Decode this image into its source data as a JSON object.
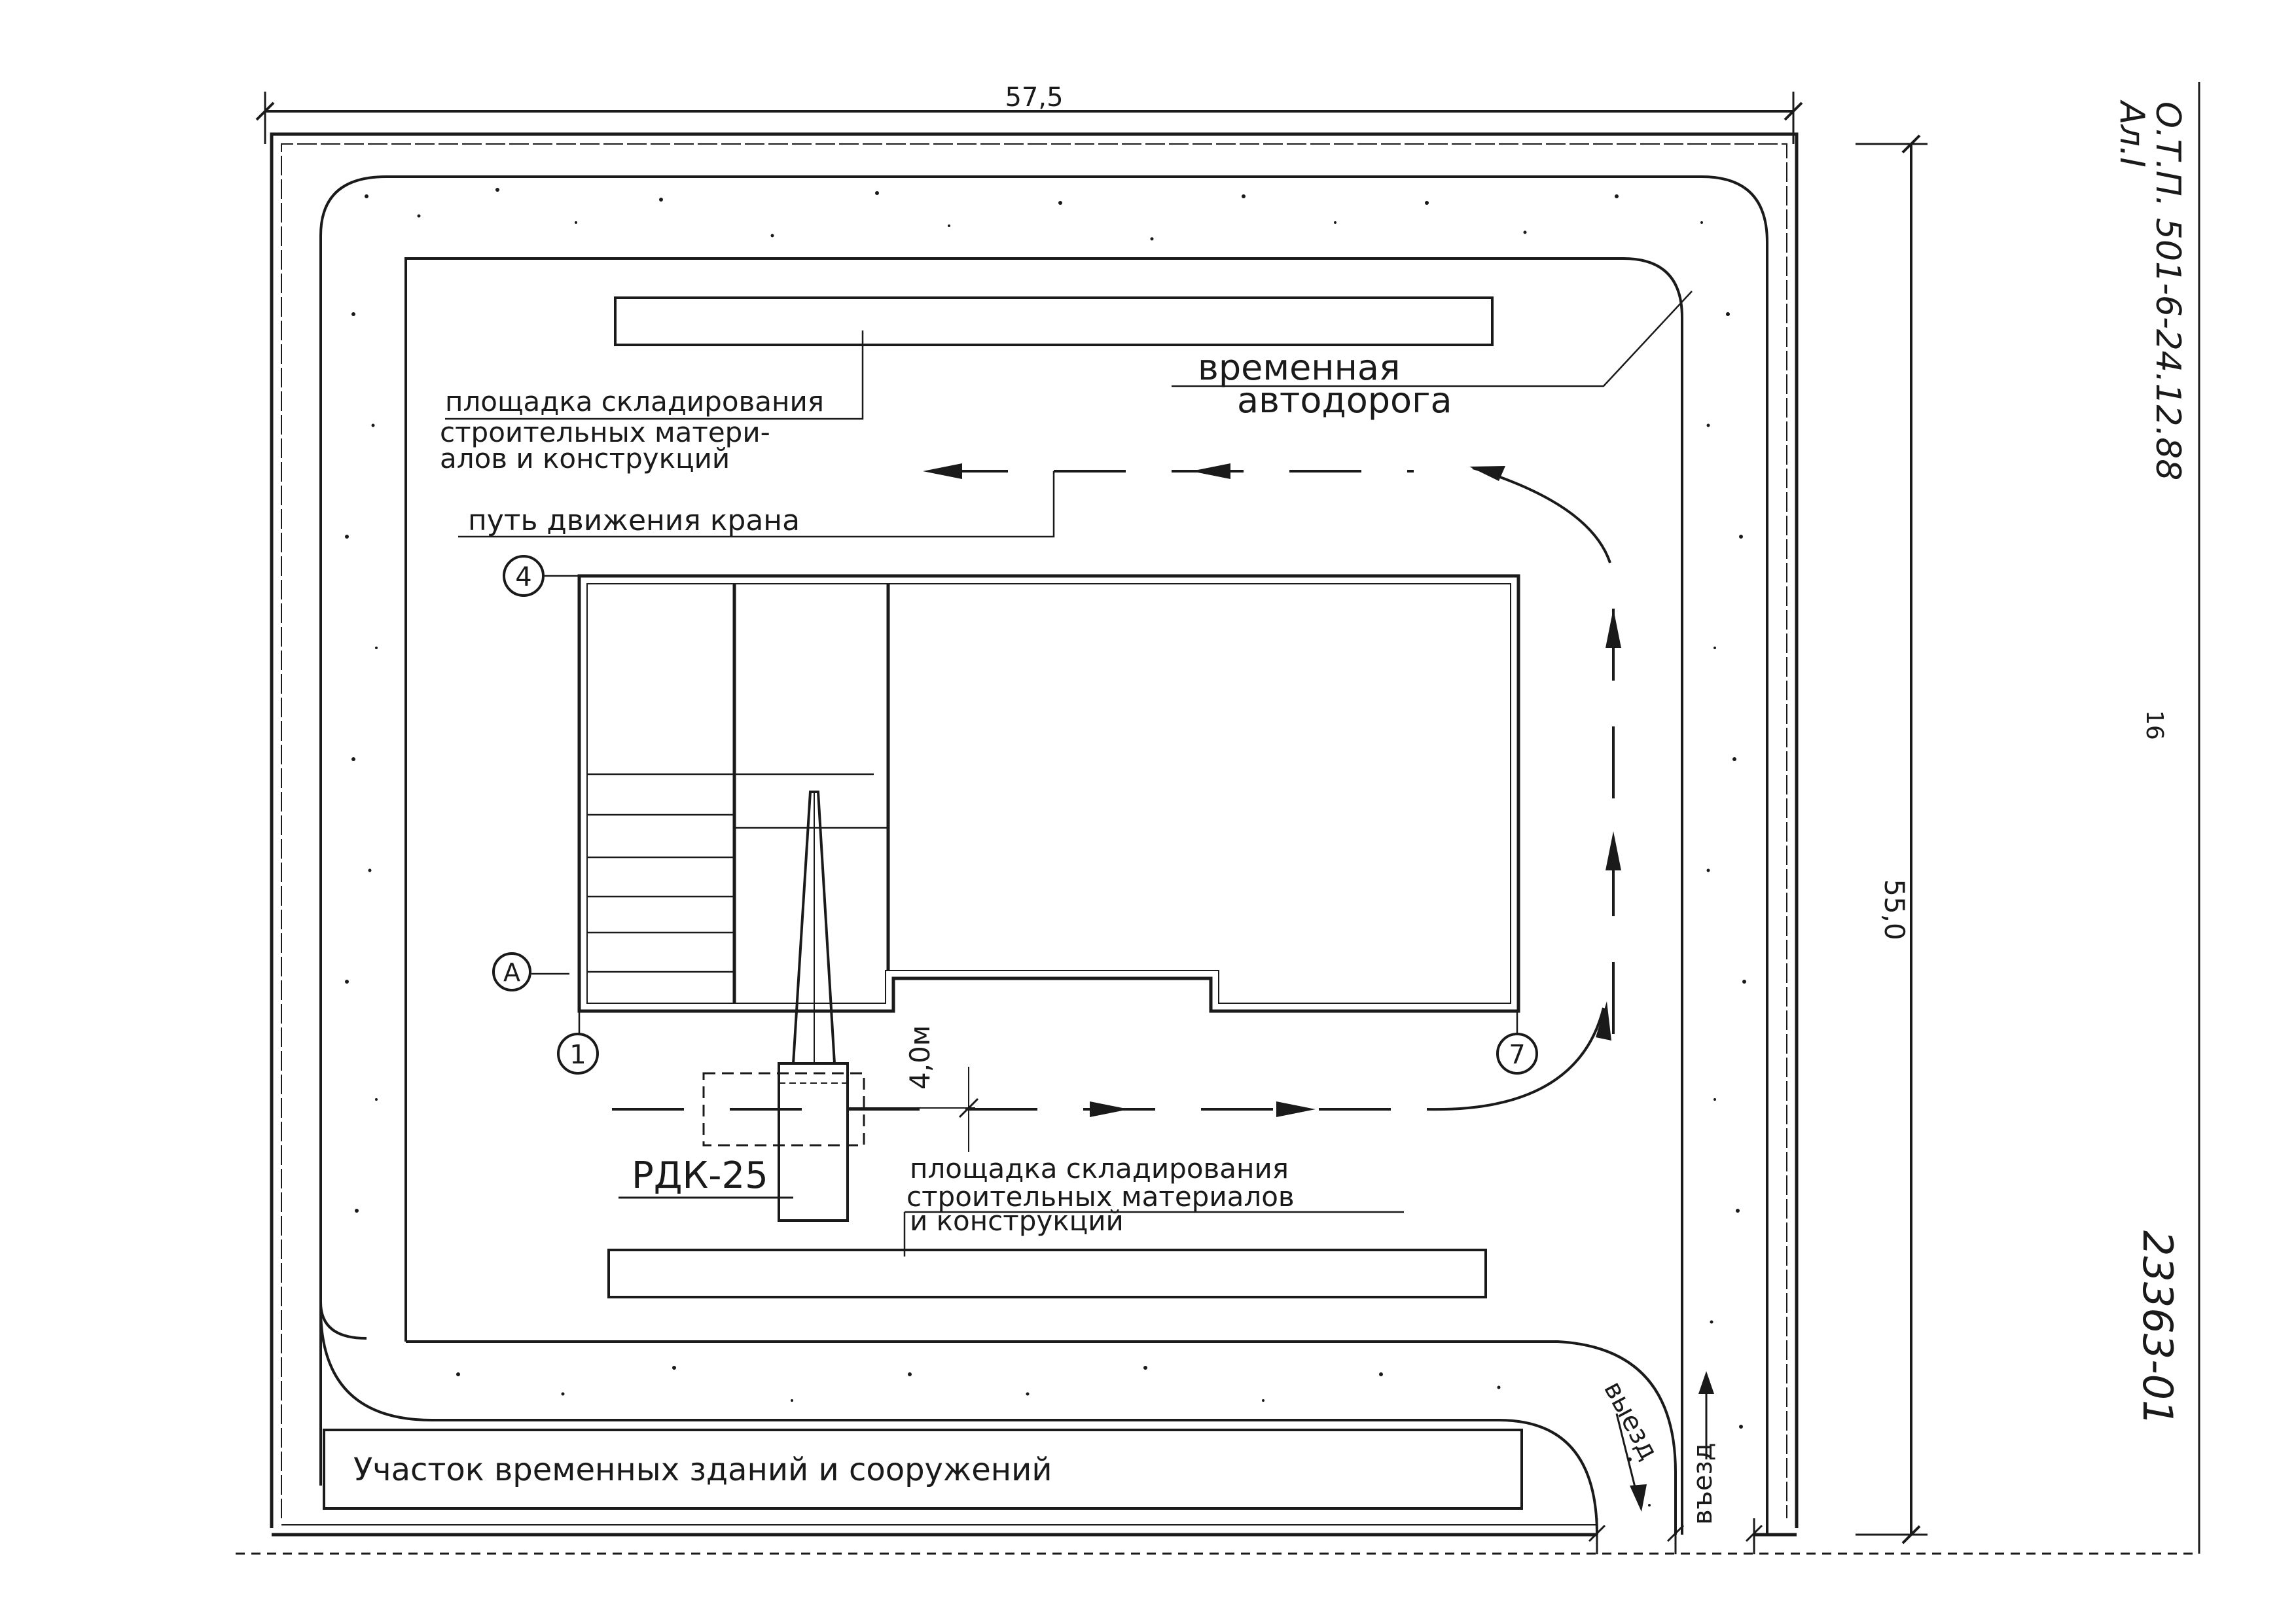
{
  "drawing": {
    "dimension_width": "57,5",
    "dimension_height": "55,0",
    "sheet_code": "О.Т.П. 501-6-24.12.88",
    "album": "Ал.I",
    "page_number": "16",
    "archive_number": "23363-01"
  },
  "labels": {
    "temp_road_line1": "временная",
    "temp_road_line2": "автодорога",
    "storage_top_line1": "площадка складирования",
    "storage_top_line2": "строительных матери-",
    "storage_top_line3": "алов и конструкций",
    "crane_path": "путь движения крана",
    "storage_bottom_line1": "площадка складирования",
    "storage_bottom_line2": "строительных материалов",
    "storage_bottom_line3": "и конструкций",
    "crane_model": "РДК-25",
    "crane_reach": "4,0м",
    "temp_buildings": "Участок временных зданий и сооружений",
    "exit": "выезд",
    "entry": "въезд"
  },
  "grid_axes": {
    "axis_4": "4",
    "axis_a": "А",
    "axis_1": "1",
    "axis_7": "7"
  },
  "colors": {
    "ink": "#1a1a1a",
    "paper": "#ffffff"
  }
}
